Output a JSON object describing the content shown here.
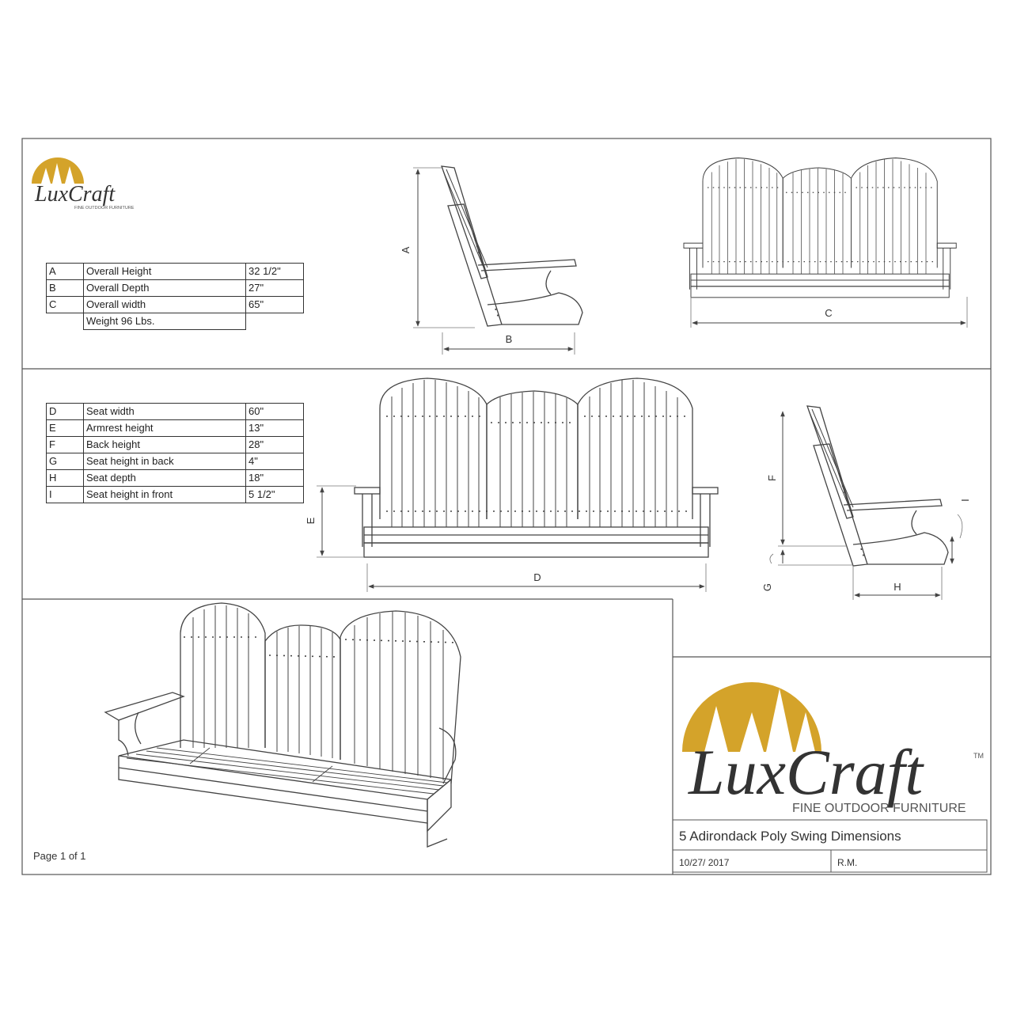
{
  "brand": {
    "name": "LuxCraft",
    "tagline": "FINE OUTDOOR FURNITURE",
    "tagline_small": "FINE OUTDOOR FURNITURE",
    "trademark": "TM",
    "accent_color": "#d4a32a"
  },
  "overall_table": {
    "rows": [
      {
        "letter": "A",
        "label": "Overall Height",
        "value": "32 1/2\""
      },
      {
        "letter": "B",
        "label": "Overall Depth",
        "value": "27\""
      },
      {
        "letter": "C",
        "label": "Overall width",
        "value": "65\""
      }
    ],
    "weight": "Weight 96 Lbs."
  },
  "detail_table": {
    "rows": [
      {
        "letter": "D",
        "label": "Seat width",
        "value": "60\""
      },
      {
        "letter": "E",
        "label": "Armrest height",
        "value": "13\""
      },
      {
        "letter": "F",
        "label": "Back height",
        "value": "28\""
      },
      {
        "letter": "G",
        "label": "Seat height in back",
        "value": "4\""
      },
      {
        "letter": "H",
        "label": "Seat depth",
        "value": "18\""
      },
      {
        "letter": "I",
        "label": "Seat height in front",
        "value": "5 1/2\""
      }
    ]
  },
  "dimension_labels": {
    "a": "A",
    "b": "B",
    "c": "C",
    "d": "D",
    "e": "E",
    "f": "F",
    "g": "G",
    "h": "H",
    "i": "I"
  },
  "title_block": {
    "title": "5 Adirondack Poly Swing Dimensions",
    "date": "10/27/ 2017",
    "author": "R.M."
  },
  "page_label": "Page 1 of 1"
}
